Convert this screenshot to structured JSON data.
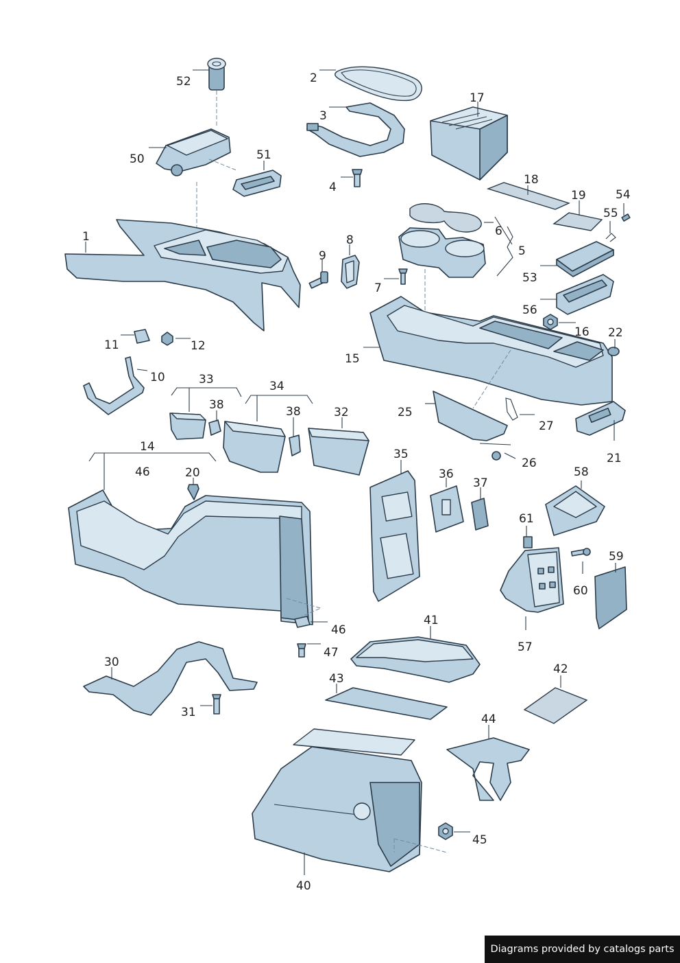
{
  "callouts": {
    "c1": "1",
    "c2": "2",
    "c3": "3",
    "c4": "4",
    "c5": "5",
    "c6": "6",
    "c7": "7",
    "c8": "8",
    "c9": "9",
    "c10": "10",
    "c11": "11",
    "c12": "12",
    "c14": "14",
    "c15": "15",
    "c16": "16",
    "c17": "17",
    "c18": "18",
    "c19": "19",
    "c20": "20",
    "c21": "21",
    "c22": "22",
    "c25": "25",
    "c26": "26",
    "c27": "27",
    "c30": "30",
    "c31": "31",
    "c32": "32",
    "c33": "33",
    "c34": "34",
    "c35": "35",
    "c36": "36",
    "c37": "37",
    "c38a": "38",
    "c38b": "38",
    "c40": "40",
    "c41": "41",
    "c42": "42",
    "c43": "43",
    "c44": "44",
    "c45": "45",
    "c46a": "46",
    "c46b": "46",
    "c47": "47",
    "c50": "50",
    "c51": "51",
    "c52": "52",
    "c53": "53",
    "c54": "54",
    "c55": "55",
    "c56": "56",
    "c57": "57",
    "c58": "58",
    "c59": "59",
    "c60": "60",
    "c61": "61"
  },
  "footer": {
    "credit": "Diagrams provided by catalogs parts"
  },
  "colors": {
    "part_fill": "#b9d1e0",
    "outline": "#2a3a48",
    "footer_bg": "#111111",
    "footer_text": "#ffffff"
  }
}
